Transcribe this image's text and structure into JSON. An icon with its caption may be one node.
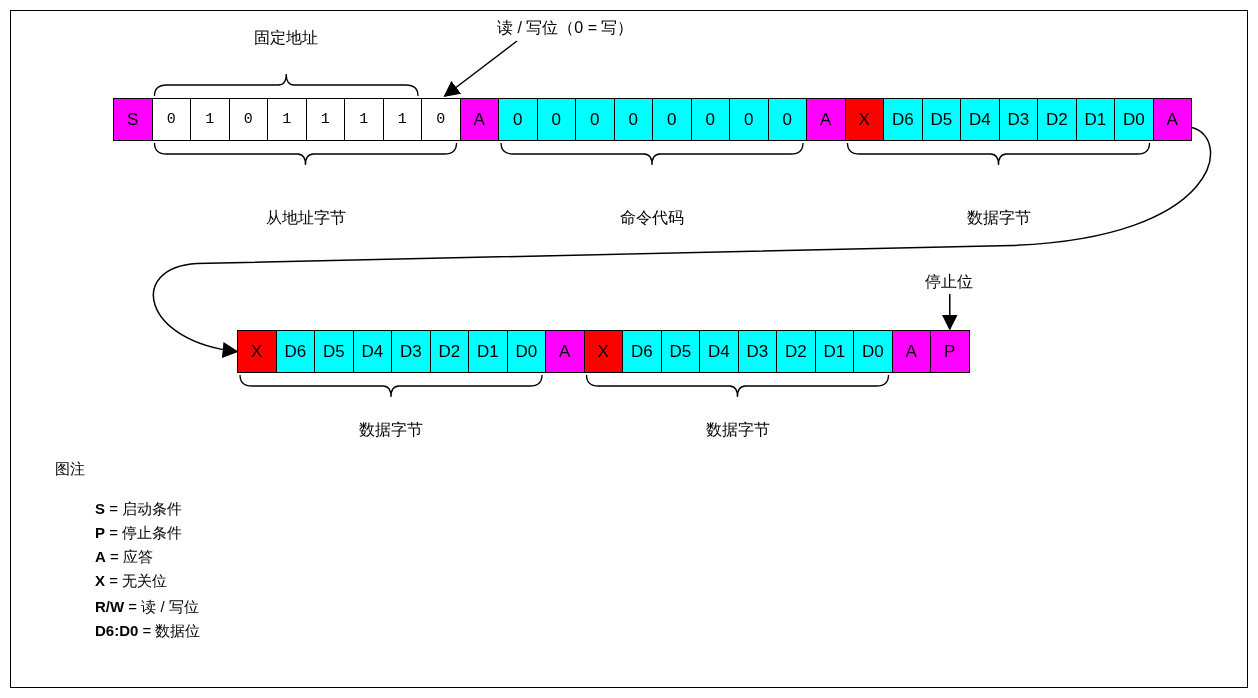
{
  "diagram": {
    "nodes": [
      {
        "text": [
          "读 / 写位（0 = 写）"
        ]
      },
      {
        "text": [
          "S"
        ]
      },
      {
        "text": [
          "0"
        ]
      },
      {
        "text": [
          "1"
        ]
      },
      {
        "text": [
          "0"
        ]
      },
      {
        "text": [
          "1"
        ]
      },
      {
        "text": [
          "1"
        ]
      },
      {
        "text": [
          "1"
        ]
      },
      {
        "text": [
          "1"
        ]
      },
      {
        "text": [
          "0"
        ]
      },
      {
        "text": [
          "A"
        ]
      },
      {
        "text": [
          "0"
        ]
      },
      {
        "text": [
          "0"
        ]
      },
      {
        "text": [
          "0"
        ]
      },
      {
        "text": [
          "0"
        ]
      },
      {
        "text": [
          "0"
        ]
      },
      {
        "text": [
          "0"
        ]
      },
      {
        "text": [
          "0"
        ]
      },
      {
        "text": [
          "0"
        ]
      },
      {
        "text": [
          "A"
        ]
      },
      {
        "text": [
          "X"
        ]
      },
      {
        "text": [
          "D6"
        ]
      },
      {
        "text": [
          "D5"
        ]
      },
      {
        "text": [
          "D4"
        ]
      },
      {
        "text": [
          "D3"
        ]
      },
      {
        "text": [
          "D2"
        ]
      },
      {
        "text": [
          "D1"
        ]
      },
      {
        "text": [
          "D0"
        ]
      },
      {
        "text": [
          "A"
        ]
      },
      {
        "text": [
          "停止位"
        ]
      },
      {
        "text": [
          "X"
        ]
      },
      {
        "text": [
          "D6"
        ]
      },
      {
        "text": [
          "D5"
        ]
      },
      {
        "text": [
          "D4"
        ]
      },
      {
        "text": [
          "D3"
        ]
      },
      {
        "text": [
          "D2"
        ]
      },
      {
        "text": [
          "D1"
        ]
      },
      {
        "text": [
          "D0"
        ]
      },
      {
        "text": [
          "A"
        ]
      },
      {
        "text": [
          "X"
        ]
      },
      {
        "text": [
          "D6"
        ]
      },
      {
        "text": [
          "D5"
        ]
      },
      {
        "text": [
          "D4"
        ]
      },
      {
        "text": [
          "D3"
        ]
      },
      {
        "text": [
          "D2"
        ]
      },
      {
        "text": [
          "D1"
        ]
      },
      {
        "text": [
          "D0"
        ]
      },
      {
        "text": [
          "A"
        ]
      },
      {
        "text": [
          "P"
        ]
      }
    ],
    "edges": [
      {
        "from": 0,
        "to": 9,
        "arrow": "to"
      },
      {
        "from": 28,
        "to": 30,
        "arrow": "to"
      },
      {
        "from": 29,
        "to": 48,
        "arrow": "to"
      }
    ],
    "labels": [
      "固定地址",
      "从地址字节",
      "命令代码",
      "数据字节",
      "数据字节",
      "数据字节",
      "图注",
      "**S** = 启动条件",
      "**P** = 停止条件",
      "**A** = 应答",
      "**X** = 无关位",
      "**R/W** = 读 / 写位",
      "**D6:D0** = 数据位"
    ]
  }
}
